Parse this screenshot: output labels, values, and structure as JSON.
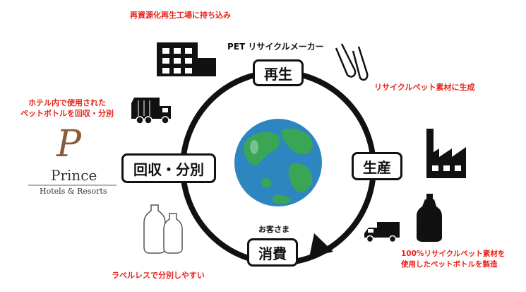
{
  "stages": {
    "regen": "再生",
    "produce": "生産",
    "consume": "消費",
    "collect": "回収・分別"
  },
  "labels": {
    "top": "再資源化再生工場に持ち込み",
    "pet_maker": "PET リサイクルメーカー",
    "recycle_material": "リサイクルペット素材に生成",
    "hotel_line1": "ホテル内で使用された",
    "hotel_line2": "ペットボトルを回収・分別",
    "customer": "お客さま",
    "bottle_line1": "100%リサイクルペット素材を",
    "bottle_line2": "使用したペットボトルを製造",
    "labelless": "ラベルレスで分別しやすい"
  },
  "logo": {
    "monogram": "P",
    "name": "Prince",
    "tagline": "Hotels & Resorts"
  },
  "icons": [
    "factory-building-icon",
    "test-tubes-icon",
    "garbage-truck-icon",
    "globe-icon",
    "factory-icon",
    "bottle-icon",
    "delivery-truck-icon",
    "pet-bottles-icon"
  ],
  "colors": {
    "accent_red": "#e8231a",
    "ocean": "#2e86c1",
    "land": "#3aa655",
    "logo_brown": "#8a5a3c"
  }
}
